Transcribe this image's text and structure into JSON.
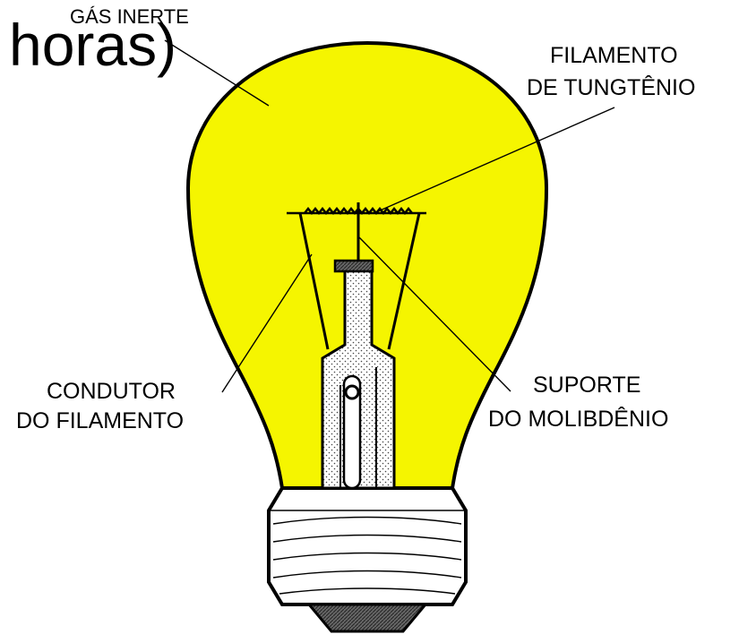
{
  "title_fragment": "horas)",
  "labels": {
    "gas": "GÁS INERTE",
    "filament_line1": "FILAMENTO",
    "filament_line2": "DE TUNGTÊNIO",
    "conductor_line1": "CONDUTOR",
    "conductor_line2": "DO FILAMENTO",
    "support_line1": "SUPORTE",
    "support_line2": "DO MOLIBDÊNIO"
  },
  "colors": {
    "bulb_fill": "#f5f500",
    "outline": "#000000",
    "background": "#ffffff",
    "stem_fill": "#ffffff",
    "base_fill": "#ffffff",
    "tip_fill": "#555555"
  }
}
